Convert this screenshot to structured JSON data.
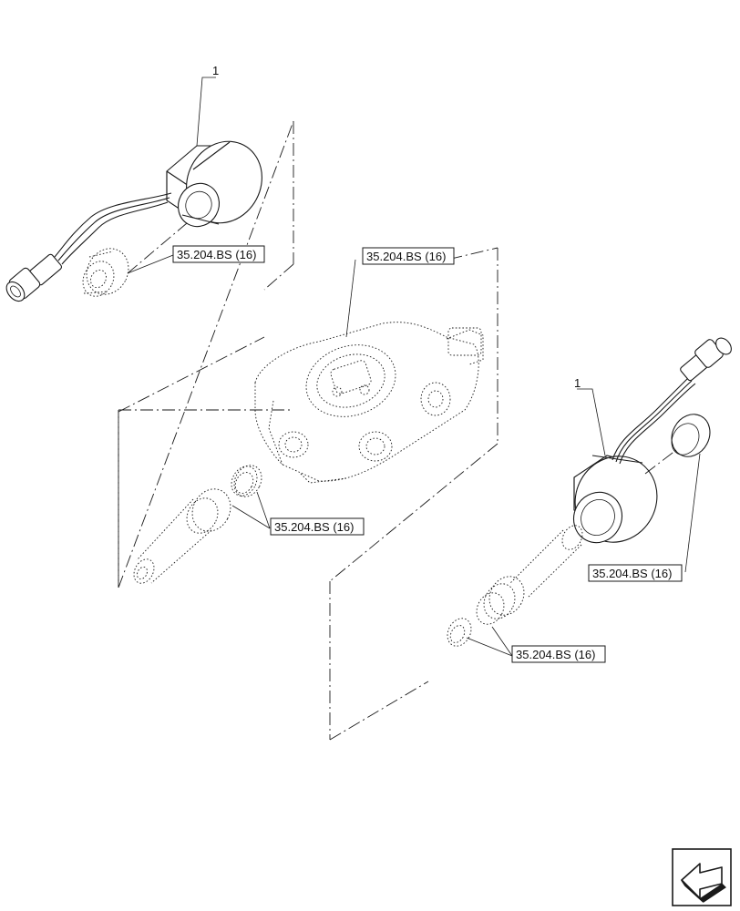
{
  "callouts": {
    "item_number_1": "1",
    "ref_a": "35.204.BS (16)",
    "ref_b": "35.204.BS (16)",
    "ref_c": "35.204.BS (16)",
    "ref_d": "35.204.BS (16)",
    "ref_e": "35.204.BS (16)"
  },
  "icons": {
    "corner_nav": "arrow-left-icon"
  },
  "colors": {
    "line": "#1a1a1a",
    "background": "#ffffff"
  }
}
